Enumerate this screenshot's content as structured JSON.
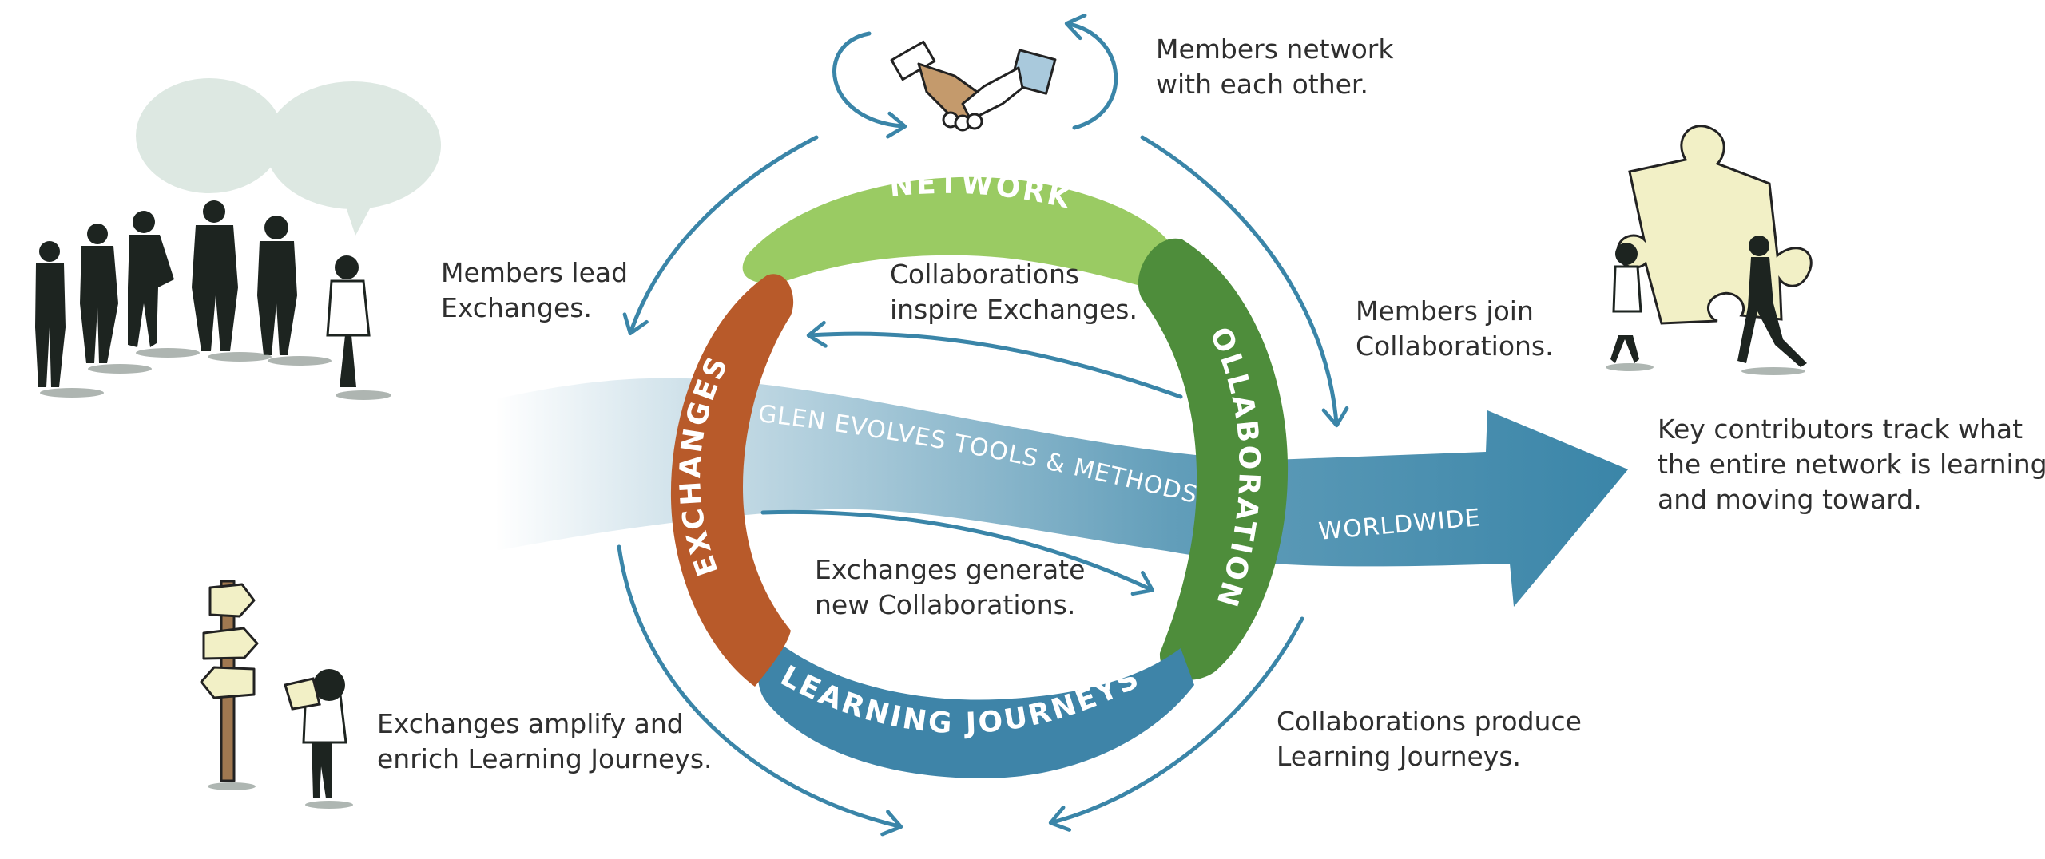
{
  "colors": {
    "network": "#9acb63",
    "collaborations": "#4e8d3b",
    "learning": "#3e84a8",
    "exchanges": "#b85a2a",
    "flow_arrow": "#3a85a8",
    "cycle_arrows": "#3a85a8",
    "text": "#2f2f2f",
    "speech_bubble": "#dde8e2",
    "puzzle": "#f2f0c6"
  },
  "segments": {
    "network": "NETWORK",
    "collaborations": "COLLABORATIONS",
    "learning_journeys": "LEARNING JOURNEYS",
    "exchanges": "EXCHANGES"
  },
  "flow": {
    "tools_label": "GLEN EVOLVES TOOLS & METHODS",
    "worldwide_label": "WORLDWIDE"
  },
  "captions": {
    "members_network": [
      "Members network",
      "with each other."
    ],
    "members_lead": [
      "Members lead",
      "Exchanges."
    ],
    "collab_inspire": [
      "Collaborations",
      "inspire Exchanges."
    ],
    "members_join": [
      "Members join",
      "Collaborations."
    ],
    "key_contributors": [
      "Key contributors track what",
      "the entire network is learning",
      "and moving toward."
    ],
    "exchanges_generate": [
      "Exchanges generate",
      "new Collaborations."
    ],
    "exchanges_amplify": [
      "Exchanges amplify and",
      "enrich Learning Journeys."
    ],
    "collab_produce": [
      "Collaborations produce",
      "Learning Journeys."
    ]
  },
  "illustrations": {
    "handshake": "handshake-icon",
    "group": "people-group-illustration",
    "speech": "speech-bubbles-illustration",
    "puzzle": "puzzle-carriers-illustration",
    "signpost": "signpost-illustration",
    "map_reader": "map-reader-illustration"
  }
}
